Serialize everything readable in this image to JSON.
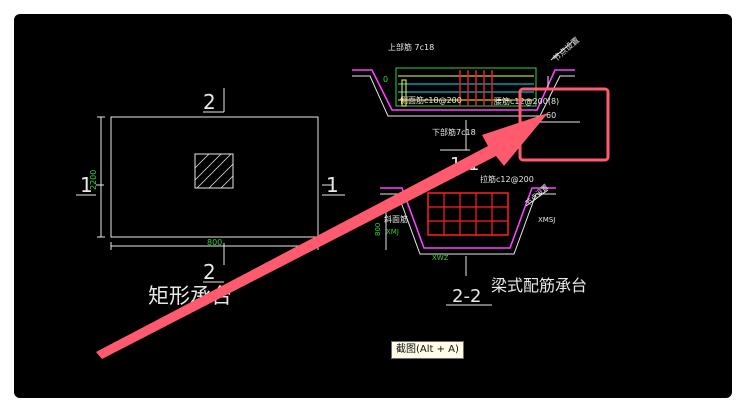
{
  "rect_cap": {
    "title": "矩形承台",
    "section_top": "2",
    "section_bottom": "2",
    "section_left": "1",
    "section_right": "1",
    "dim_height": "2200",
    "dim_width": "800"
  },
  "beam_cap": {
    "title": "梁式配筋承台",
    "section_label_a": "1-1",
    "section_label_b": "2-2",
    "top_rebar": "上部筋 7c18",
    "side_rebar": "侧面筋c18@200",
    "waist_rebar": "腰筋c12@200(8)",
    "bottom_rebar": "下部筋7c18",
    "tie_rebar": "拉筋c12@200",
    "slope_rebar": "斜面筋",
    "note_top": "节点设置",
    "note_bottom": "节点设置",
    "dim_60": "60",
    "dim_0": "0",
    "dim_800": "800",
    "xmj_left": "XMJ",
    "xmj_right": "XMSJ",
    "xwz": "XWZ"
  },
  "tooltip": {
    "label": "截图(Alt + A)"
  },
  "colors": {
    "highlight_box": "#ff5a6e",
    "arrow": "#ff5a6e",
    "rebar_red": "#ff2020",
    "dim_green": "#35d135",
    "magenta": "#ff40ff"
  }
}
